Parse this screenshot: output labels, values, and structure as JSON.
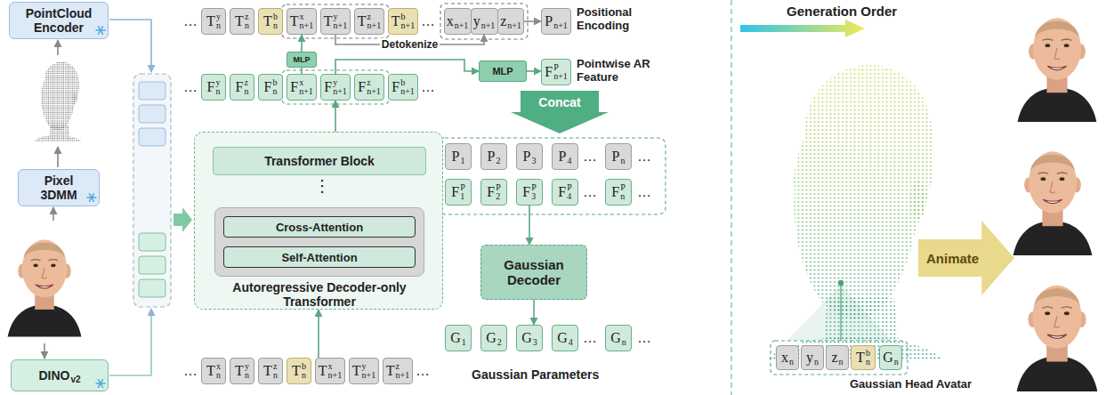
{
  "diagram": {
    "nodes": [
      {
        "text": [
          "PointCloud Encoder"
        ]
      },
      {
        "text": [
          "Pixel 3DMM"
        ]
      },
      {
        "text": [
          "DINO",
          "v2"
        ]
      },
      {
        "text": [
          "T",
          "y",
          "n"
        ]
      },
      {
        "text": [
          "T",
          "z",
          "n"
        ]
      },
      {
        "text": [
          "T",
          "b",
          "n"
        ]
      },
      {
        "text": [
          "T",
          "x",
          "n+1"
        ]
      },
      {
        "text": [
          "T",
          "y",
          "n+1"
        ]
      },
      {
        "text": [
          "T",
          "z",
          "n+1"
        ]
      },
      {
        "text": [
          "T",
          "b",
          "n+1"
        ]
      },
      {
        "text": [
          "x",
          "n+1"
        ]
      },
      {
        "text": [
          "y",
          "n+1"
        ]
      },
      {
        "text": [
          "z",
          "n+1"
        ]
      },
      {
        "text": [
          "P",
          "n+1"
        ]
      },
      {
        "text": [
          "MLP"
        ]
      },
      {
        "text": [
          "MLP"
        ]
      },
      {
        "text": [
          "F",
          "P",
          "n+1"
        ]
      },
      {
        "text": [
          "F",
          "y",
          "n"
        ]
      },
      {
        "text": [
          "F",
          "z",
          "n"
        ]
      },
      {
        "text": [
          "F",
          "b",
          "n"
        ]
      },
      {
        "text": [
          "F",
          "x",
          "n+1"
        ]
      },
      {
        "text": [
          "F",
          "y",
          "n+1"
        ]
      },
      {
        "text": [
          "F",
          "z",
          "n+1"
        ]
      },
      {
        "text": [
          "F",
          "b",
          "n+1"
        ]
      },
      {
        "text": [
          "Concat"
        ]
      },
      {
        "text": [
          "Autoregressive Decoder-only Transformer"
        ]
      },
      {
        "text": [
          "Transformer Block"
        ],
        "in": 25
      },
      {
        "text": [
          "Cross-Attention"
        ],
        "in": 25
      },
      {
        "text": [
          "Self-Attention"
        ],
        "in": 25
      },
      {
        "text": [
          "P",
          "1"
        ]
      },
      {
        "text": [
          "P",
          "2"
        ]
      },
      {
        "text": [
          "P",
          "3"
        ]
      },
      {
        "text": [
          "P",
          "4"
        ]
      },
      {
        "text": [
          "P",
          "n"
        ]
      },
      {
        "text": [
          "F",
          "P",
          "1"
        ]
      },
      {
        "text": [
          "F",
          "P",
          "2"
        ]
      },
      {
        "text": [
          "F",
          "P",
          "3"
        ]
      },
      {
        "text": [
          "F",
          "P",
          "4"
        ]
      },
      {
        "text": [
          "F",
          "P",
          "n"
        ]
      },
      {
        "text": [
          "Gaussian Decoder"
        ]
      },
      {
        "text": [
          "T",
          "x",
          "n"
        ]
      },
      {
        "text": [
          "T",
          "y",
          "n"
        ]
      },
      {
        "text": [
          "T",
          "z",
          "n"
        ]
      },
      {
        "text": [
          "T",
          "b",
          "n"
        ]
      },
      {
        "text": [
          "T",
          "x",
          "n+1"
        ]
      },
      {
        "text": [
          "T",
          "y",
          "n+1"
        ]
      },
      {
        "text": [
          "T",
          "z",
          "n+1"
        ]
      },
      {
        "text": [
          "G",
          "1"
        ]
      },
      {
        "text": [
          "G",
          "2"
        ]
      },
      {
        "text": [
          "G",
          "3"
        ]
      },
      {
        "text": [
          "G",
          "4"
        ]
      },
      {
        "text": [
          "G",
          "n"
        ]
      },
      {
        "text": [
          "Animate"
        ]
      },
      {
        "text": [
          "x",
          "n"
        ]
      },
      {
        "text": [
          "y",
          "n"
        ]
      },
      {
        "text": [
          "z",
          "n"
        ]
      },
      {
        "text": [
          "T",
          "b",
          "n"
        ]
      },
      {
        "text": [
          "G",
          "n"
        ]
      }
    ],
    "edges": [
      {
        "from": 7,
        "to": 11,
        "label": "Detokenize",
        "arrow": "to"
      },
      {
        "from": 12,
        "to": 13,
        "arrow": "to"
      },
      {
        "from": 21,
        "to": 15,
        "arrow": "to"
      },
      {
        "from": 15,
        "to": 16,
        "arrow": "to"
      },
      {
        "from": 14,
        "to": 6,
        "arrow": "to"
      },
      {
        "from": 20,
        "to": 14,
        "arrow": "none"
      },
      {
        "from": 25,
        "to": 21,
        "arrow": "to"
      },
      {
        "from": 44,
        "to": 25,
        "arrow": "to"
      },
      {
        "from": 36,
        "to": 39,
        "arrow": "to"
      },
      {
        "from": 39,
        "to": 49,
        "arrow": "to"
      }
    ],
    "labels": [
      "Positional Encoding",
      "Pointwise AR Feature",
      "⋮",
      "Gaussian Parameters",
      "Generation Order",
      "Gaussian Head Avatar",
      "…",
      "…",
      "…",
      "…",
      "…",
      "…",
      "…",
      "…",
      "…",
      "…",
      "…",
      "…"
    ]
  }
}
